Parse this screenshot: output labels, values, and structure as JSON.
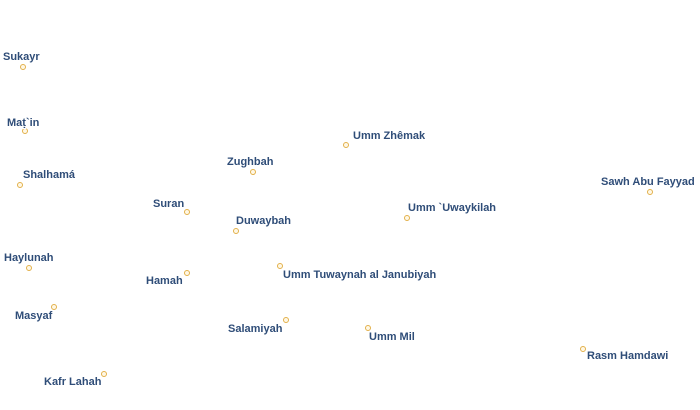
{
  "map": {
    "places": [
      {
        "id": "sukayr",
        "name": "Sukayr"
      },
      {
        "id": "matin",
        "name": "Maṭ`in"
      },
      {
        "id": "shalhama",
        "name": "Shalhamá"
      },
      {
        "id": "haylunah",
        "name": "Haylunah"
      },
      {
        "id": "masyaf",
        "name": "Masyaf"
      },
      {
        "id": "kafr-lahah",
        "name": "Kafr Lahah"
      },
      {
        "id": "suran",
        "name": "Suran"
      },
      {
        "id": "hamah",
        "name": "Hamah"
      },
      {
        "id": "zughbah",
        "name": "Zughbah"
      },
      {
        "id": "duwaybah",
        "name": "Duwaybah"
      },
      {
        "id": "salamiyah",
        "name": "Salamiyah"
      },
      {
        "id": "umm-tuwaynah",
        "name": "Umm Tuwaynah al Janubiyah"
      },
      {
        "id": "umm-zhemak",
        "name": "Umm Zhêmak"
      },
      {
        "id": "umm-uwaykilah",
        "name": "Umm `Uwaykilah"
      },
      {
        "id": "umm-mil",
        "name": "Umm Mil"
      },
      {
        "id": "sawh-abu-fayyad",
        "name": "Sawh Abu Fayyad"
      },
      {
        "id": "rasm-hamdawi",
        "name": "Rasm Hamdawi"
      }
    ]
  }
}
